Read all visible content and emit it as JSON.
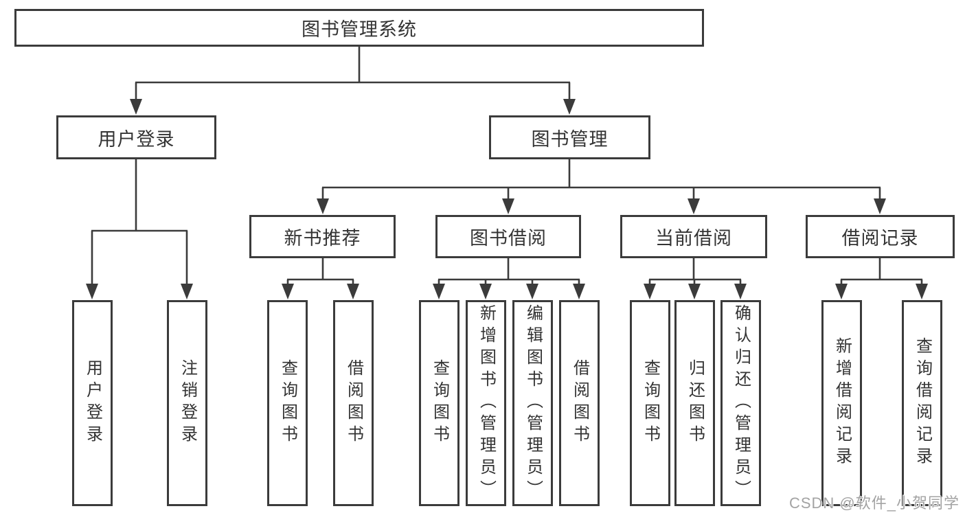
{
  "tree": {
    "root": "图书管理系统",
    "branches": [
      {
        "label": "用户登录",
        "children": [
          "用户登录",
          "注销登录"
        ]
      },
      {
        "label": "图书管理",
        "children": [
          {
            "label": "新书推荐",
            "children": [
              "查询图书",
              "借阅图书"
            ]
          },
          {
            "label": "图书借阅",
            "children": [
              "查询图书",
              "新增图书（管理员）",
              "编辑图书（管理员）",
              "借阅图书"
            ]
          },
          {
            "label": "当前借阅",
            "children": [
              "查询图书",
              "归还图书",
              "确认归还（管理员）"
            ]
          },
          {
            "label": "借阅记录",
            "children": [
              "新增借阅记录",
              "查询借阅记录"
            ]
          }
        ]
      }
    ]
  },
  "watermark": {
    "text": "CSDN @软件_小贺同学"
  },
  "colors": {
    "line": "#3b3b3b",
    "text": "#333333",
    "background": "#ffffff",
    "watermark": "#a3a3a3"
  }
}
